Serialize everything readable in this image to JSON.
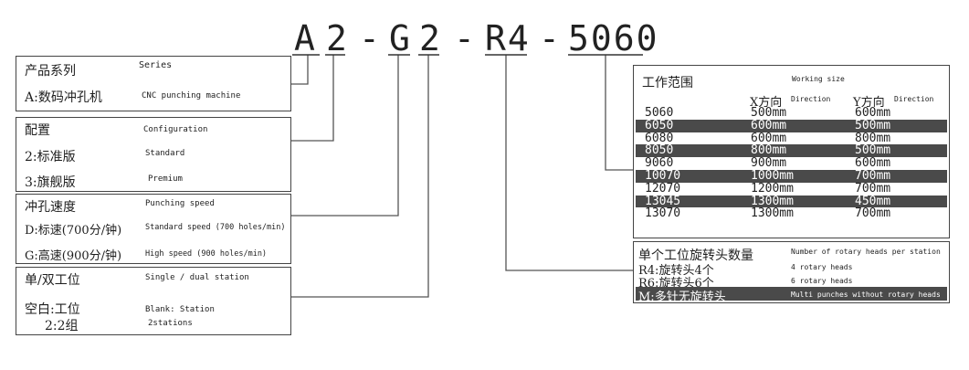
{
  "code": {
    "segments": [
      "A",
      "2",
      "G",
      "2",
      "R4",
      "5060"
    ],
    "separator": "-"
  },
  "boxes": {
    "series": {
      "title_zh": "产品系列",
      "title_en": "Series",
      "items": [
        {
          "zh": "A:数码冲孔机",
          "en": "CNC punching machine"
        }
      ]
    },
    "configuration": {
      "title_zh": "配置",
      "title_en": "Configuration",
      "items": [
        {
          "zh": "2:标准版",
          "en": "Standard"
        },
        {
          "zh": "3:旗舰版",
          "en": "Premium"
        }
      ]
    },
    "punching_speed": {
      "title_zh": "冲孔速度",
      "title_en": "Punching speed",
      "items": [
        {
          "zh": "D:标速(700分/钟)",
          "en": "Standard speed (700 holes/min)"
        },
        {
          "zh": "G:高速(900分/钟)",
          "en": "High speed (900 holes/min)"
        }
      ]
    },
    "station": {
      "title_zh": "单/双工位",
      "title_en": "Single / dual station",
      "items": [
        {
          "zh": "空白:工位",
          "en": "Blank: Station"
        },
        {
          "zh": "2:2组",
          "en": "2stations"
        }
      ]
    },
    "working_size": {
      "title_zh": "工作范围",
      "title_en": "Working size",
      "col_x_zh": "X方向",
      "col_x_en": "Direction",
      "col_y_zh": "Y方向",
      "col_y_en": "Direction",
      "rows": [
        {
          "model": "5060",
          "x": "500mm",
          "y": "600mm"
        },
        {
          "model": "6050",
          "x": "600mm",
          "y": "500mm"
        },
        {
          "model": "6080",
          "x": "600mm",
          "y": "800mm"
        },
        {
          "model": "8050",
          "x": "800mm",
          "y": "500mm"
        },
        {
          "model": "9060",
          "x": "900mm",
          "y": "600mm"
        },
        {
          "model": "10070",
          "x": "1000mm",
          "y": "700mm"
        },
        {
          "model": "12070",
          "x": "1200mm",
          "y": "700mm"
        },
        {
          "model": "13045",
          "x": "1300mm",
          "y": "450mm"
        },
        {
          "model": "13070",
          "x": "1300mm",
          "y": "700mm"
        }
      ]
    },
    "rotary_heads": {
      "title_zh": "单个工位旋转头数量",
      "title_en": "Number of rotary heads per station",
      "items": [
        {
          "zh": "R4:旋转头4个",
          "en": "4 rotary heads"
        },
        {
          "zh": "R6:旋转头6个",
          "en": "6 rotary heads"
        },
        {
          "zh": "M:多针无旋转头",
          "en": "Multi punches without rotary heads"
        }
      ]
    }
  },
  "colors": {
    "line": "#555555",
    "dark_row": "#4a4a4a",
    "text": "#1e1e1e"
  }
}
